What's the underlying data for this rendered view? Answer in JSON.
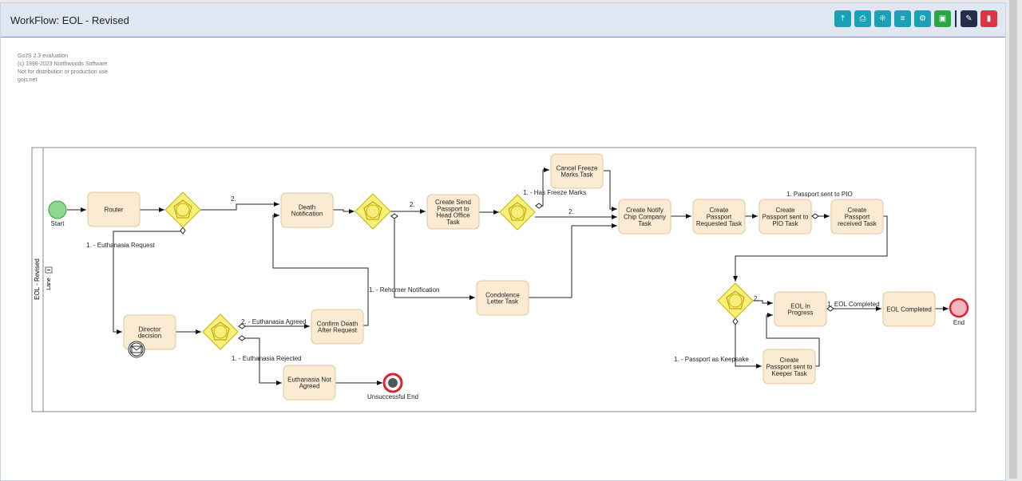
{
  "header": {
    "title": "WorkFlow: EOL - Revised"
  },
  "toolbar": [
    {
      "icon": "align-top-icon",
      "glyph": "⤒",
      "color": "#17a2b8"
    },
    {
      "icon": "print-icon",
      "glyph": "⎙",
      "color": "#17a2b8"
    },
    {
      "icon": "fit-icon",
      "glyph": "⁜",
      "color": "#17a2b8"
    },
    {
      "icon": "align-center-icon",
      "glyph": "≡",
      "color": "#17a2b8"
    },
    {
      "icon": "gear-icon",
      "glyph": "⚙",
      "color": "#17a2b8"
    },
    {
      "icon": "save-icon",
      "glyph": "▣",
      "color": "#28a745"
    },
    {
      "icon": "edit-icon",
      "glyph": "✎",
      "color": "#252c4a"
    },
    {
      "icon": "delete-icon",
      "glyph": "▮",
      "color": "#dc3545"
    }
  ],
  "watermark": [
    "GoJS 2.3 evaluation",
    "(c) 1998-2023 Northwoods Software",
    "Not for distribution or production use",
    "gojs.net"
  ],
  "pool": {
    "name": "EOL - Revised",
    "lane": "Lane"
  },
  "events": {
    "start": "Start",
    "unsuccessful_end": "Unsuccessful End",
    "end": "End"
  },
  "tasks": {
    "router": [
      "Router"
    ],
    "death_notification": [
      "Death",
      "Notification"
    ],
    "send_passport": [
      "Create Send",
      "Passport to",
      "Head Office",
      "Task"
    ],
    "cancel_freeze": [
      "Cancel Freeze",
      "Marks Task"
    ],
    "notify_chip": [
      "Create Notify",
      "Chip Company",
      "Task"
    ],
    "passport_requested": [
      "Create",
      "Passport",
      "Requested Task"
    ],
    "passport_sent_pio": [
      "Create",
      "Passport sent to",
      "PIO Task"
    ],
    "passport_received": [
      "Create",
      "Passport",
      "received Task"
    ],
    "condolence": [
      "Condolence",
      "Letter Task"
    ],
    "director": [
      "Director",
      "decision"
    ],
    "confirm_death": [
      "Confirm Death",
      "After Request"
    ],
    "not_agreed": [
      "Euthanasia Not",
      "Agreed"
    ],
    "eol_in_progress": [
      "EOL In",
      "Progress"
    ],
    "passport_keeper": [
      "Create",
      "Passport sent to",
      "Keeper Task"
    ],
    "eol_completed": [
      "EOL Completed"
    ]
  },
  "edge_labels": {
    "g1_2": "2.",
    "g1_1": "1. - Euthanasia Request",
    "g2_2": "2.",
    "g3_1": "1. - Has Freeze Marks",
    "g3_2": "2.",
    "pio": "1. Passport sent to PIO",
    "rehomer": "1. - Rehomer Notification",
    "agreed": "2. - Euthanasia Agreed",
    "rejected": "1. - Euthanasia Rejected",
    "g5_2": "2.",
    "eol_completed": "1. EOL Completed",
    "keepsake": "1. - Passport as Keepsake"
  }
}
